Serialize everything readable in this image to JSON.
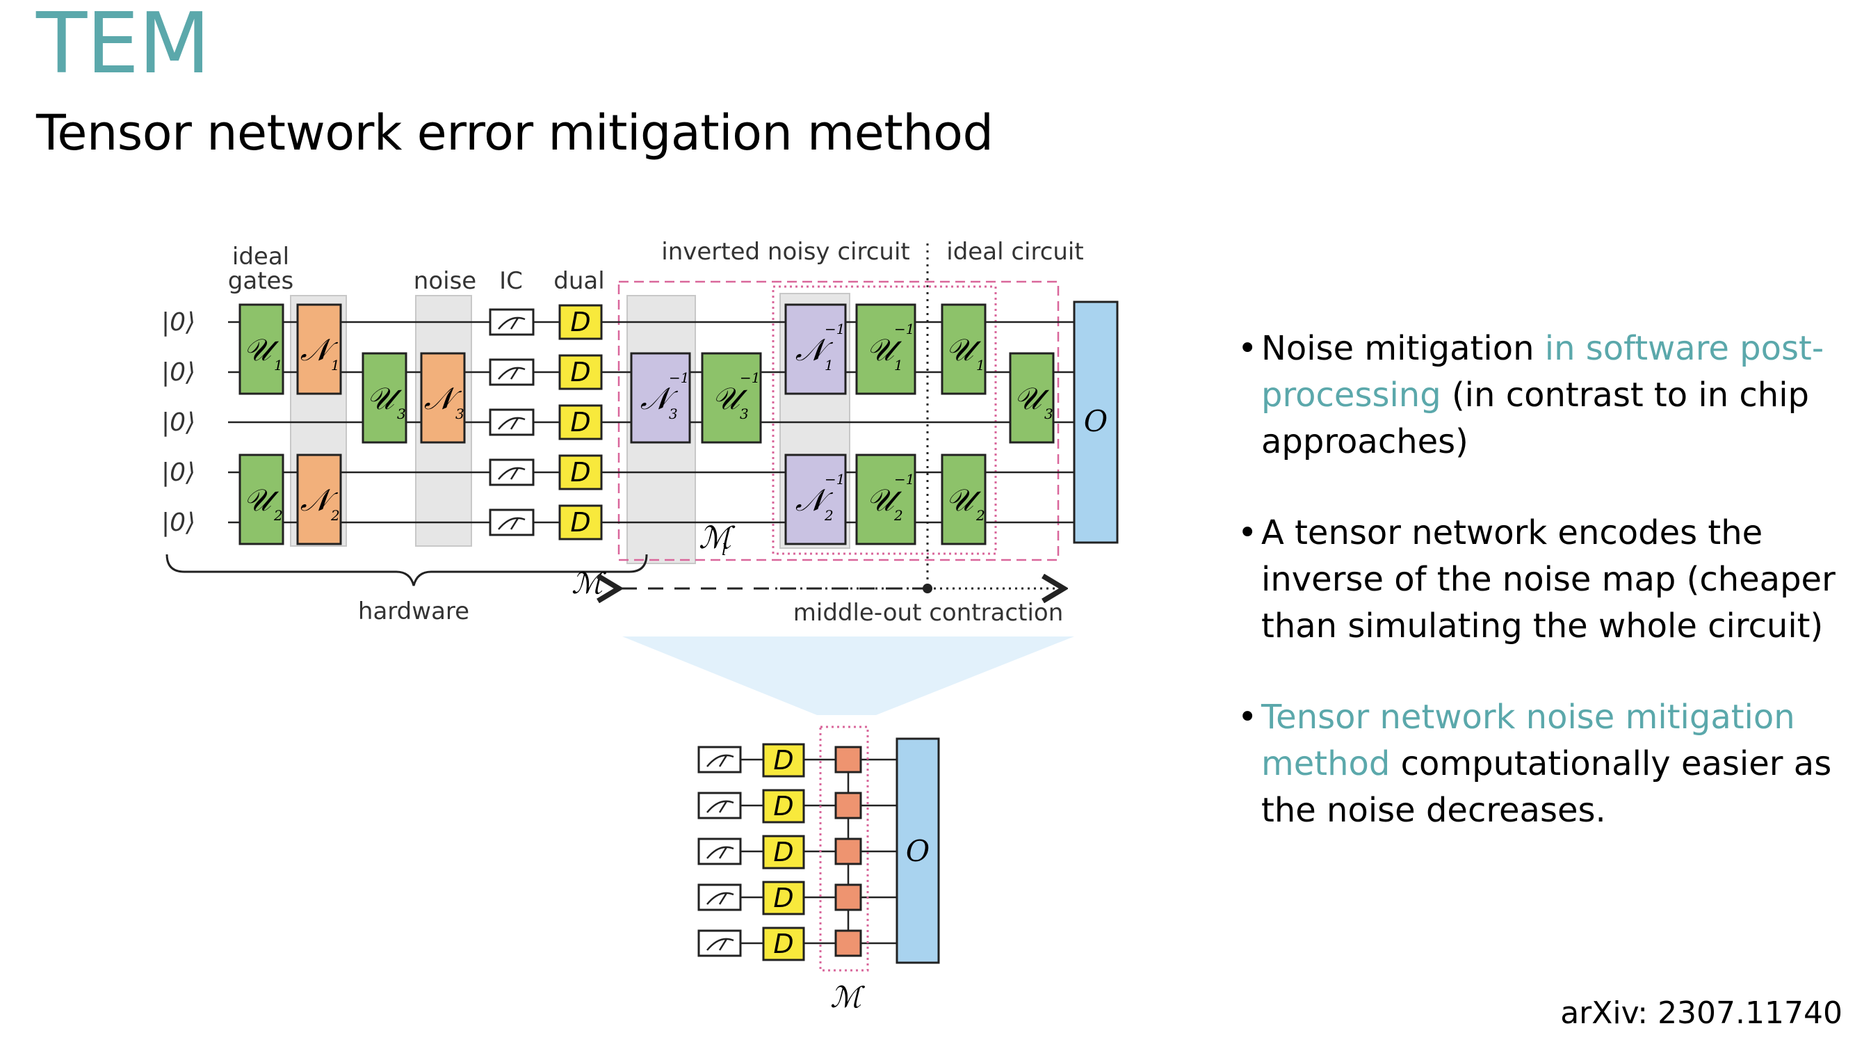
{
  "slide": {
    "title": "TEM",
    "subtitle": "Tensor network error mitigation method",
    "citation": "arXiv: 2307.11740",
    "accent_color": "#5ba8ab"
  },
  "figure": {
    "labels": {
      "ideal_gates_line1": "ideal",
      "ideal_gates_line2": "gates",
      "noise": "noise",
      "ic": "IC",
      "dual": "dual",
      "inverted_noisy_circuit": "inverted noisy circuit",
      "ideal_circuit": "ideal circuit",
      "hardware": "hardware",
      "middle_out_contraction": "middle-out contraction",
      "ket": "|0⟩",
      "observable": "O",
      "dual_symbol": "D",
      "m_full": "ℳ",
      "m_local": "ℳ",
      "m_local_sub": "l"
    },
    "gates": {
      "u1": "𝒰",
      "u1_sub": "1",
      "u2": "𝒰",
      "u2_sub": "2",
      "u3": "𝒰",
      "u3_sub": "3",
      "n1": "𝒩",
      "n1_sub": "1",
      "n2": "𝒩",
      "n2_sub": "2",
      "n3": "𝒩",
      "n3_sub": "3",
      "inv": "−1"
    },
    "colors": {
      "ideal_gate": "#8dc26a",
      "noise_gate": "#f2b07b",
      "inverse_noise_gate": "#c9c2e2",
      "dual_box": "#f8e93c",
      "observable": "#a9d3ef",
      "mpo_node": "#ee9470",
      "dashed_region": "#d9679b"
    }
  },
  "bullets": [
    {
      "dot": "•",
      "pre": "Noise mitigation ",
      "accent": "in software post-processing",
      "post": " (in contrast to in chip approaches)"
    },
    {
      "dot": "•",
      "pre": "A tensor network encodes the inverse of the noise map (cheaper than simulating the whole circuit)",
      "accent": "",
      "post": ""
    },
    {
      "dot": "• ",
      "pre": "",
      "accent": "Tensor network noise mitigation method",
      "post": " computationally easier as the noise decreases."
    }
  ]
}
